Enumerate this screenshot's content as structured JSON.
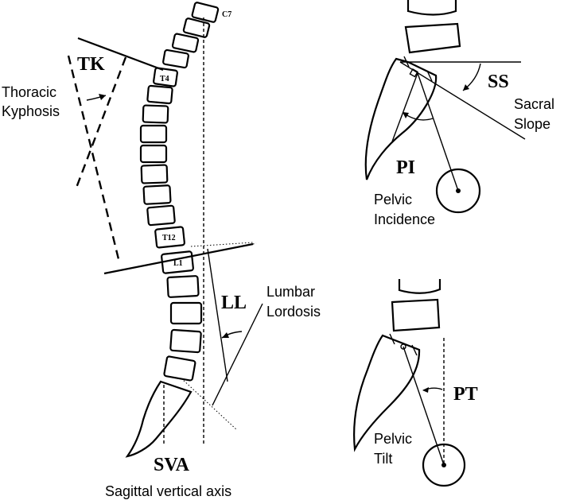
{
  "labels": {
    "tk": "TK",
    "thoracic_kyphosis_line1": "Thoracic",
    "thoracic_kyphosis_line2": "Kyphosis",
    "ll": "LL",
    "lumbar_lordosis_line1": "Lumbar",
    "lumbar_lordosis_line2": "Lordosis",
    "sva": "SVA",
    "sagittal_vertical_axis": "Sagittal vertical axis",
    "ss": "SS",
    "sacral_slope_line1": "Sacral",
    "sacral_slope_line2": "Slope",
    "pi": "PI",
    "pelvic_incidence_line1": "Pelvic",
    "pelvic_incidence_line2": "Incidence",
    "pt": "PT",
    "pelvic_tilt_line1": "Pelvic",
    "pelvic_tilt_line2": "Tilt"
  },
  "vertebra_labels": {
    "c7": "C7",
    "t4": "T4",
    "t12": "T12",
    "l1": "L1"
  }
}
